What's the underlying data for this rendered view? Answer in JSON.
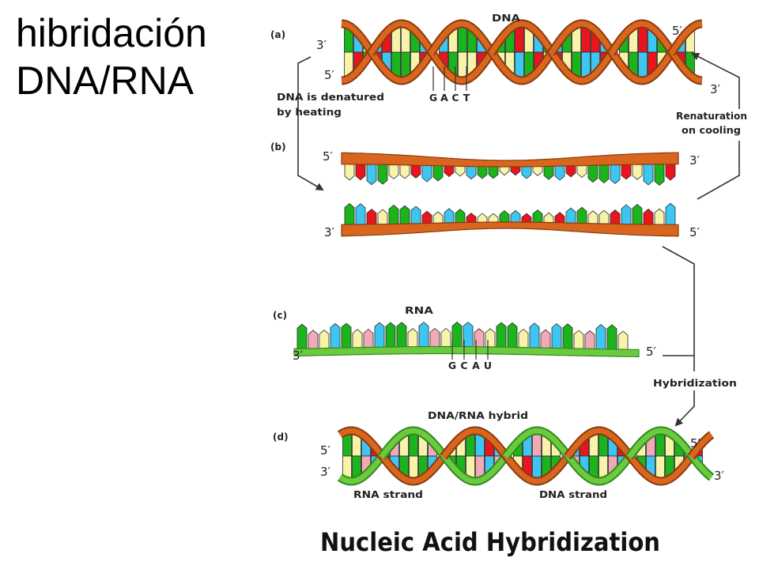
{
  "slide": {
    "title_line1": "hibridación",
    "title_line2": "DNA/RNA"
  },
  "diagram": {
    "palette": {
      "guanine": "#1cb41c",
      "cytosine": "#f7f3a8",
      "adenine": "#3ec6f2",
      "thymine": "#e8141e",
      "uracil": "#f2aab6",
      "dna_backbone": "#d9661f",
      "dna_backbone_edge": "#8a3a0c",
      "rna_backbone": "#6cca3e",
      "rna_backbone_edge": "#2f8a1e",
      "outline": "#2a2a2a"
    },
    "panel_a": {
      "tag": "(a)",
      "title": "DNA",
      "end_top_left": "3′",
      "end_bottom_left": "5′",
      "end_top_right": "5′",
      "end_bottom_right": "3′",
      "bases": [
        "G",
        "A",
        "C",
        "T"
      ]
    },
    "denature": {
      "line1": "DNA is denatured",
      "line2": "by heating"
    },
    "renature": {
      "line1": "Renaturation",
      "line2": "on cooling"
    },
    "panel_b": {
      "tag": "(b)",
      "top_left": "5′",
      "top_right": "3′",
      "bottom_left": "3′",
      "bottom_right": "5′"
    },
    "panel_c": {
      "tag": "(c)",
      "title": "RNA",
      "end_left": "3′",
      "end_right": "5′",
      "bases": [
        "G",
        "C",
        "A",
        "U"
      ]
    },
    "hybridization": {
      "label": "Hybridization"
    },
    "panel_d": {
      "tag": "(d)",
      "title": "DNA/RNA hybrid",
      "end_top_left": "5′",
      "end_bottom_left": "3′",
      "end_top_right": "5′",
      "end_bottom_right": "3′",
      "rna_strand_label": "RNA strand",
      "dna_strand_label": "DNA strand"
    },
    "caption": "Nucleic Acid Hybridization"
  }
}
